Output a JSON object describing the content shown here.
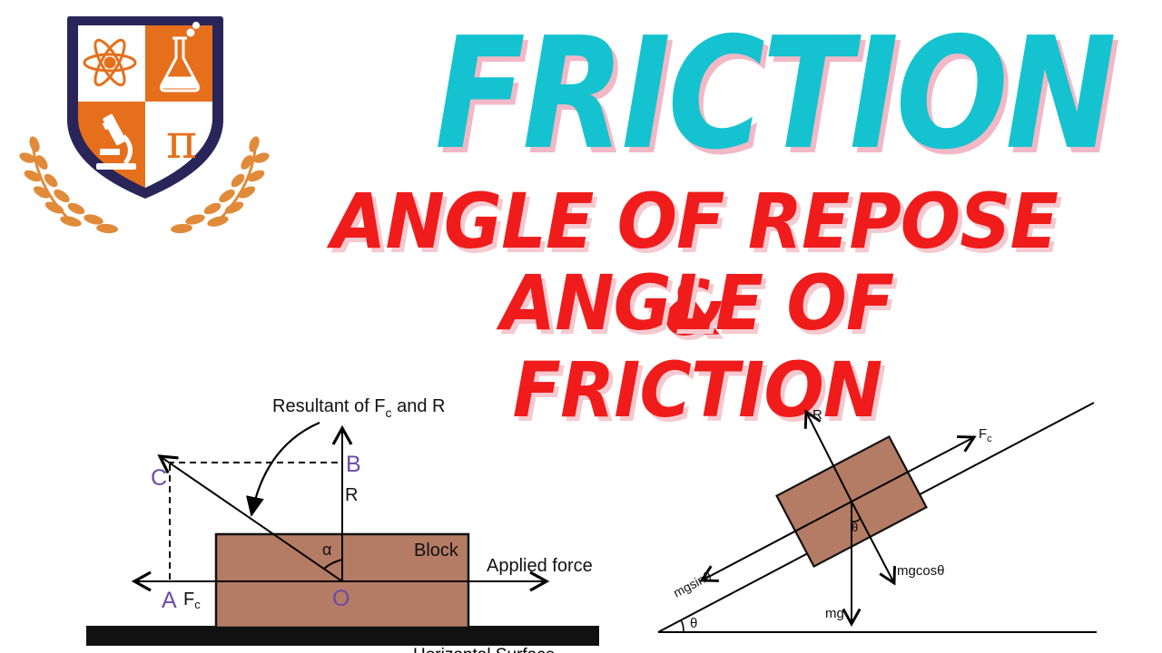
{
  "title": "FRICTION",
  "subtitle_line1": "ANGLE OF REPOSE &",
  "subtitle_line2": "ANGLE OF FRICTION",
  "colors": {
    "title": "#14c3cf",
    "subtitle": "#f01b1b",
    "block": "#b47c64",
    "logo_orange": "#e66f1c",
    "logo_navy": "#2a2559",
    "point_label": "#6c4aa8"
  },
  "logo": {
    "icons": [
      "atom-icon",
      "flask-icon",
      "microscope-icon",
      "pi-icon"
    ],
    "pi_symbol": "π"
  },
  "diagram_left": {
    "resultant_label": "Resultant of F",
    "resultant_sub": "c",
    "resultant_tail": " and R",
    "point_c": "C",
    "point_b": "B",
    "point_a": "A",
    "point_o": "O",
    "r_label": "R",
    "alpha_label": "α",
    "block_label": "Block",
    "applied_force_label": "Applied force",
    "fc_label": "F",
    "fc_sub": "c",
    "surface_label": "Horizontal Surface"
  },
  "diagram_right": {
    "r_label": "R",
    "fc_label": "F",
    "fc_sub": "c",
    "theta_block": "θ",
    "mgcos_label": "mgcosθ",
    "mgsin_label": "mgsinθ",
    "mg_label": "mg",
    "theta_base": "θ"
  }
}
